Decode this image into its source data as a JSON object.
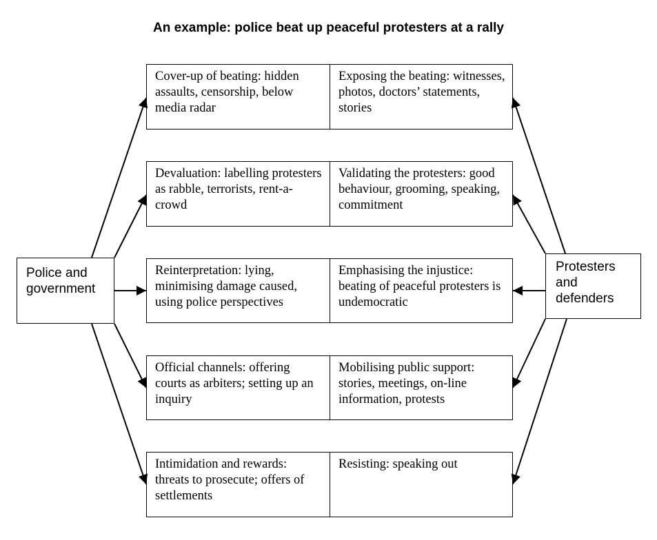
{
  "title": "An example: police beat up peaceful protesters at a rally",
  "actors": {
    "left": "Police and\ngovernment",
    "right": "Protesters\nand\ndefenders"
  },
  "rows": [
    {
      "left": "Cover-up of beating: hidden assaults, censorship, below media radar",
      "right": "Exposing the beating: witnesses, photos, doctors’ statements, stories"
    },
    {
      "left": "Devaluation: labelling protesters as rabble, terrorists, rent-a-crowd",
      "right": "Validating the protesters: good behaviour, grooming, speaking, commitment"
    },
    {
      "left": "Reinterpretation: lying, minimising damage caused, using police perspectives",
      "right": "Emphasising the injustice: beating of peaceful protesters is undemocratic"
    },
    {
      "left": "Official channels: offering courts as arbiters; setting up an inquiry",
      "right": "Mobilising public support: stories, meetings, on-line information, protests"
    },
    {
      "left": "Intimidation and rewards: threats to prosecute; offers of settlements",
      "right": "Resisting: speaking out"
    }
  ]
}
